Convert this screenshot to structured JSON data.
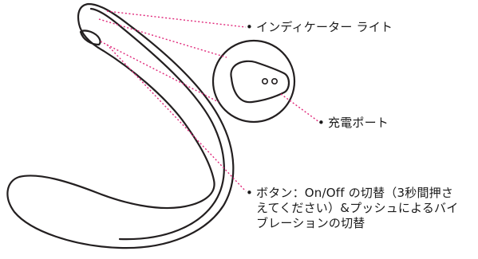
{
  "diagram": {
    "colors": {
      "outline": "#231f20",
      "leader": "#e0287a",
      "text": "#1a1a1a"
    },
    "callouts": {
      "indicator_light": {
        "bullet": "•",
        "label": "インディケーター ライト"
      },
      "charging_port": {
        "bullet": "•",
        "label": "充電ポート"
      },
      "button": {
        "bullet": "•",
        "line1": "ボタン：On/Off の切替（3秒間押さ",
        "line2": "えてください）&プッシュによるバイ",
        "line3": "ブレーションの切替"
      }
    }
  }
}
